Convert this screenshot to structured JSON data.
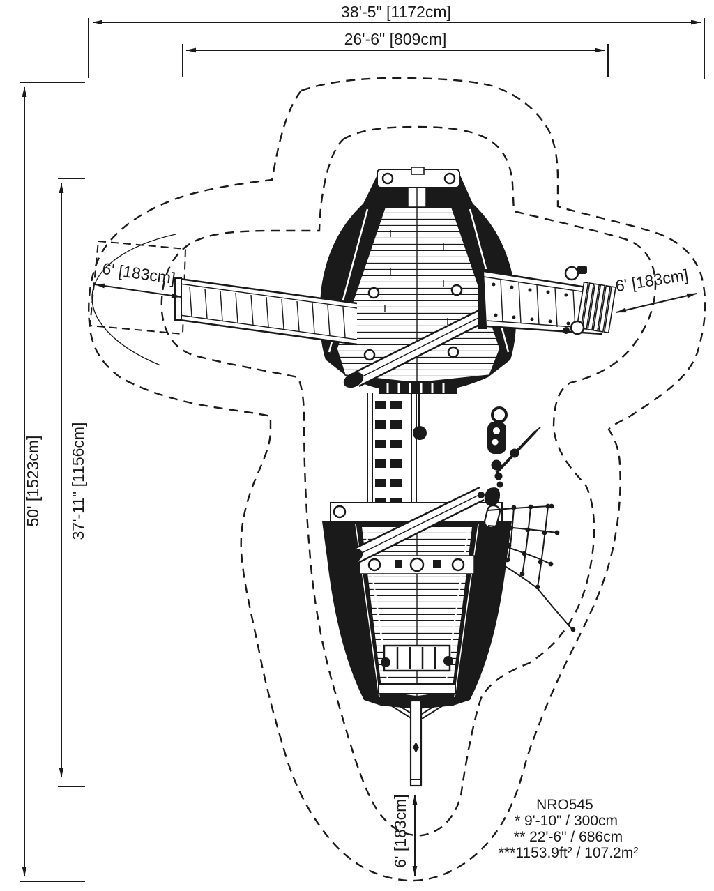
{
  "colors": {
    "line": "#1a1a1a",
    "background": "#ffffff"
  },
  "dimensions": {
    "overall_width": "38'-5\" [1172cm]",
    "inner_width": "26'-6\" [809cm]",
    "overall_height": "50' [1523cm]",
    "inner_height": "37'-11\" [1156cm]",
    "left_clearance": "6' [183cm]",
    "right_clearance": "6' [183cm]",
    "bottom_clearance": "6' [183cm]"
  },
  "notes": {
    "model": "NRO545",
    "note1": "* 9'-10\" / 300cm",
    "note2": "** 22'-6\" / 686cm",
    "note3": "***1153.9ft² / 107.2m²"
  }
}
